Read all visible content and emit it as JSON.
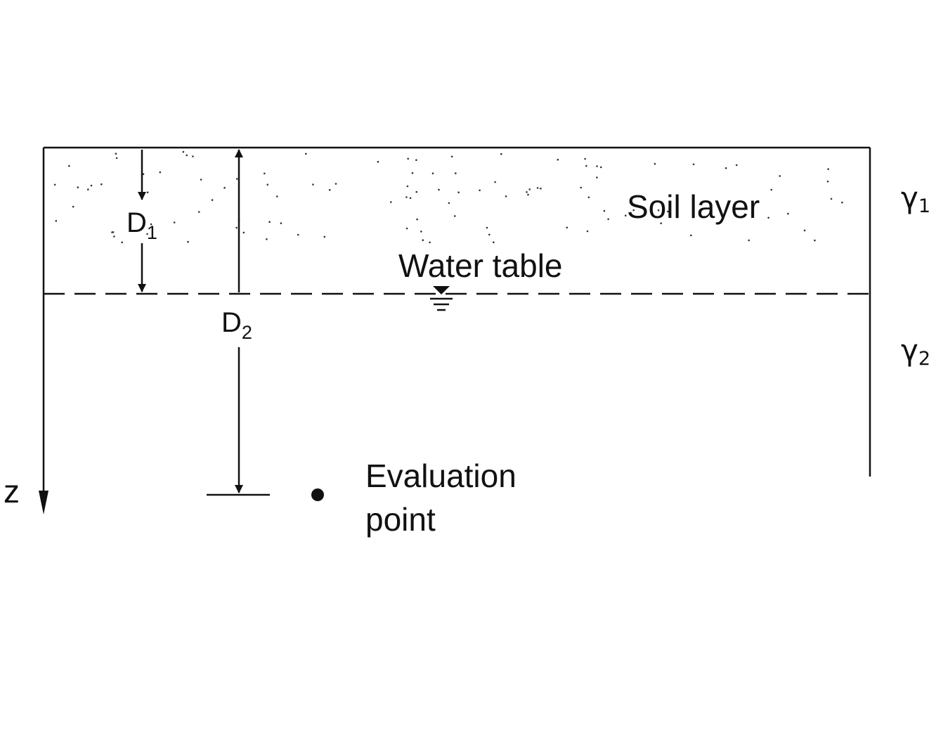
{
  "labels": {
    "soil_layer": "Soil layer",
    "water_table": "Water table",
    "evaluation_point_line1": "Evaluation",
    "evaluation_point_line2": "point",
    "depth_1_letter": "D",
    "depth_1_index": "1",
    "depth_2_letter": "D",
    "depth_2_index": "2",
    "gamma_1_letter": "γ",
    "gamma_1_index": "1",
    "gamma_2_letter": "γ",
    "gamma_2_index": "2",
    "z_axis": "z"
  },
  "colors": {
    "ink": "#111111",
    "background": "#ffffff"
  }
}
